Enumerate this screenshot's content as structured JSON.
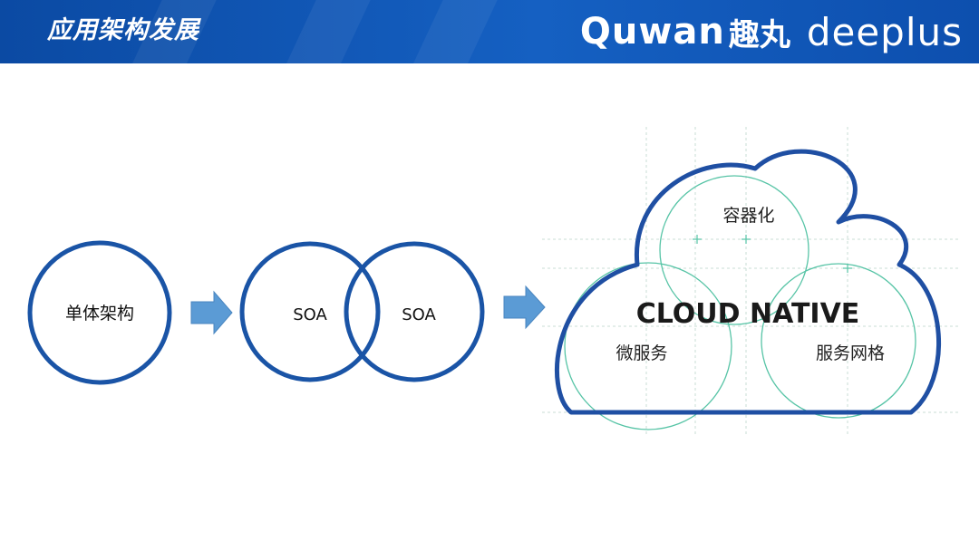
{
  "header": {
    "title": "应用架构发展",
    "brand": {
      "quwan_latin": "Quwan",
      "quwan_cn": "趣丸",
      "deeplus": "deeplus"
    }
  },
  "diagram": {
    "monolith_label": "单体架构",
    "soa_left_label": "SOA",
    "soa_right_label": "SOA",
    "cloud_native": {
      "title": "CLOUD NATIVE",
      "containerization": "容器化",
      "microservices": "微服务",
      "service_mesh": "服务网格"
    }
  },
  "colors": {
    "header_blue": "#1158bb",
    "circle_outline": "#1a54a6",
    "arrow_fill": "#5b9bd5",
    "cloud_outline": "#1f4fa3",
    "teal_circle": "#57c4a6",
    "grid_line": "#c9ddd6"
  }
}
